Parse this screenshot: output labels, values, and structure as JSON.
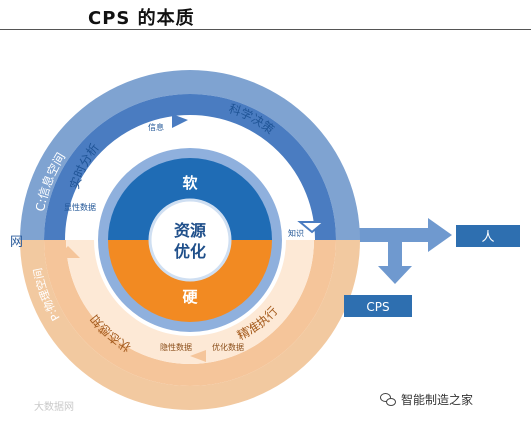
{
  "title": "CPS 的本质",
  "center": {
    "line1": "资源",
    "line2": "优化"
  },
  "inner_ring": {
    "soft": "软",
    "hard": "硬"
  },
  "outer_ring": {
    "cyber_space": "C:信息空间",
    "physical_space": "P:物理空间",
    "network": "网"
  },
  "middle_ring": {
    "realtime_analysis": "实时分析",
    "scientific_decision": "科学决策",
    "state_perception": "状态感知",
    "precise_execution": "精准执行"
  },
  "small_labels": {
    "information": "信息",
    "explicit_data": "显性数据",
    "knowledge": "知识",
    "implicit_data": "隐性数据",
    "optimized_data": "优化数据"
  },
  "outputs": {
    "human": "人",
    "cps": "CPS"
  },
  "watermarks": {
    "left": "大数据网",
    "right": "智能制造之家"
  },
  "colors": {
    "outer_blue": "#7fa3d1",
    "outer_peach": "#f2c9a0",
    "mid_blue": "#4a7cc1",
    "soft_blue": "#1f6cb5",
    "hard_orange": "#f28a22",
    "label_box": "#2e6fb0"
  }
}
